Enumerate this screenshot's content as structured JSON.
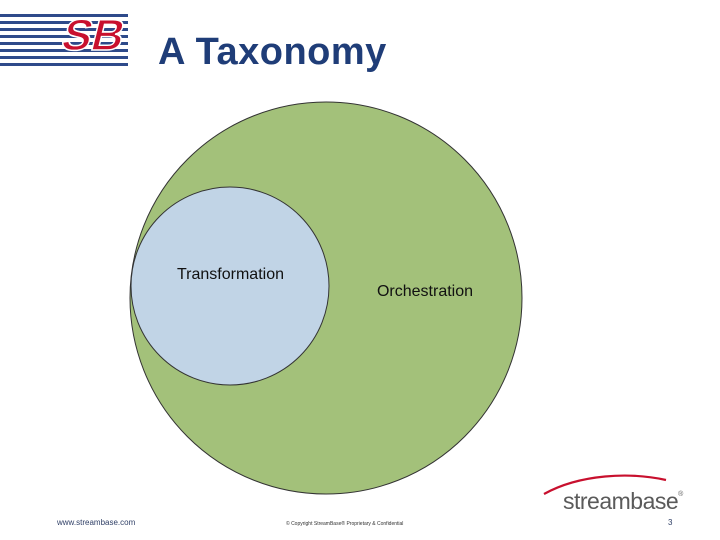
{
  "slide": {
    "title": "A Taxonomy",
    "logo_text": "SB"
  },
  "diagram": {
    "outer_label": "Orchestration",
    "inner_label": "Transformation",
    "outer_fill": "#a3c17a",
    "inner_fill": "#c1d4e6"
  },
  "footer": {
    "url": "www.streambase.com",
    "copyright": "© Copyright StreamBase® Proprietary & Confidential",
    "brand_name": "streambase",
    "brand_mark": "®",
    "page_number": "3"
  }
}
